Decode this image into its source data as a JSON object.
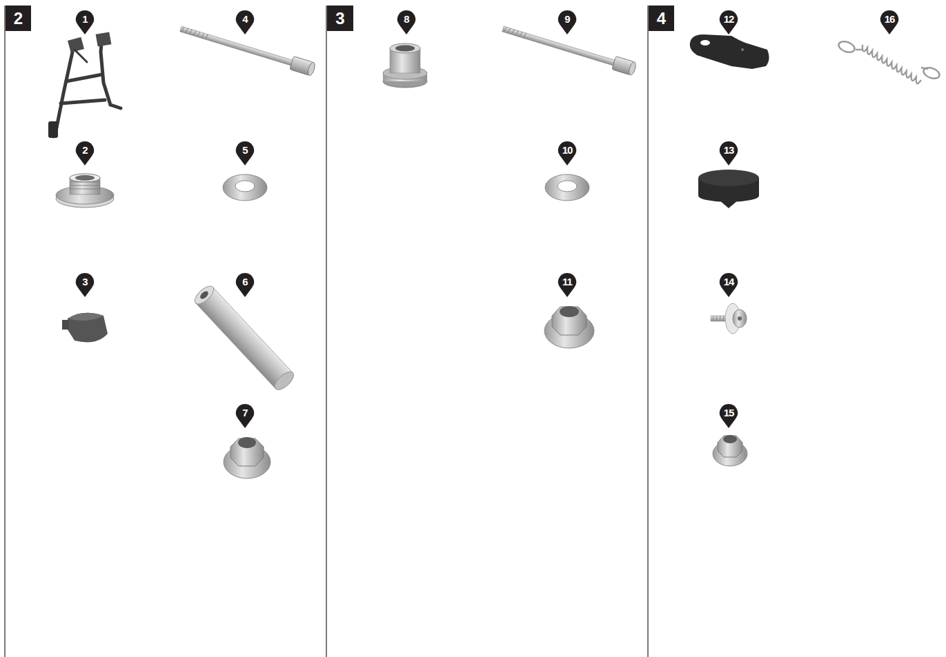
{
  "diagram": {
    "nodes": [
      {
        "text": [
          "2"
        ]
      },
      {
        "text": [
          "3"
        ]
      },
      {
        "text": [
          "4"
        ]
      }
    ],
    "labels": [
      "1",
      "4",
      "2",
      "5",
      "3",
      "6",
      "7",
      "8",
      "9",
      "10",
      "11",
      "12",
      "16",
      "13",
      "14",
      "15"
    ]
  }
}
